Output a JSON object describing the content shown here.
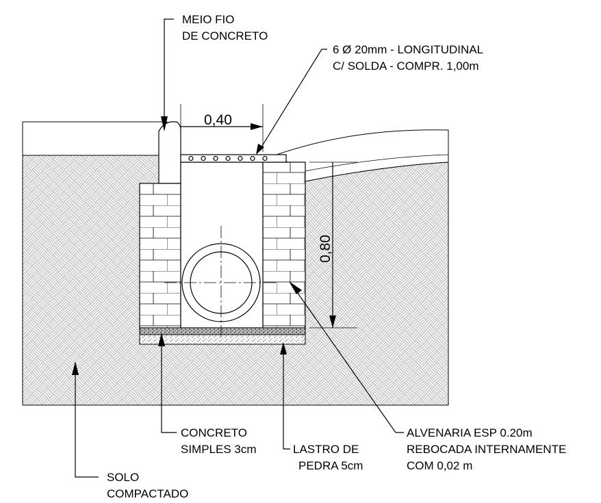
{
  "labels": {
    "meio_fio_1": "MEIO FIO",
    "meio_fio_2": "DE CONCRETO",
    "barras_1": "6  Ø 20mm - LONGITUDINAL",
    "barras_2": "C/ SOLDA - COMPR. 1,00m",
    "concreto_1": "CONCRETO",
    "concreto_2": "SIMPLES 3cm",
    "lastro_1": "LASTRO DE",
    "lastro_2": "PEDRA 5cm",
    "alvenaria_1": "ALVENARIA ESP 0.20m",
    "alvenaria_2": "REBOCADA INTERNAMENTE",
    "alvenaria_3": "COM 0,02 m",
    "solo_1": "SOLO",
    "solo_2": "COMPACTADO"
  },
  "dimensions": {
    "width": "0,40",
    "depth": "0,80"
  }
}
